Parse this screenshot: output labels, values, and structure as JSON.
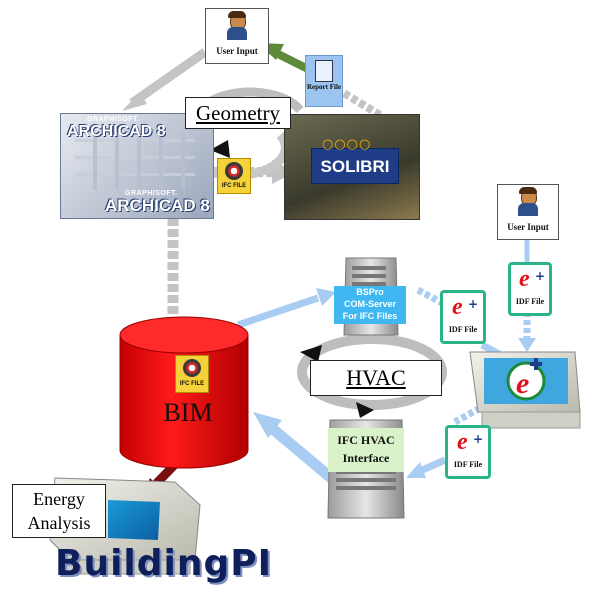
{
  "user_input_top": "User Input",
  "user_input_right": "User Input",
  "report_file": "Report File",
  "geometry": "Geometry",
  "archicad_brand": "GRAPHISOFT.",
  "archicad_name_top": "ARCHICAD 8",
  "archicad_name_bottom": "ARCHICAD 8",
  "ifc_file_top": "IFC FILE",
  "ifc_file_bim": "IFC FILE",
  "solibri": "SOLIBRI",
  "bspro_line1": "BSPro",
  "bspro_line2": "COM-Server",
  "bspro_line3": "For IFC Files",
  "idf_file_1": "IDF File",
  "idf_file_2": "IDF File",
  "idf_file_3": "IDF File",
  "hvac": "HVAC",
  "bim": "BIM",
  "ifc_hvac_line1": "IFC HVAC",
  "ifc_hvac_line2": "Interface",
  "energy_line1": "Energy",
  "energy_line2": "Analysis",
  "buildingpi": "BuildingPI",
  "colors": {
    "bim_red": "#ee0a0a",
    "arrow_blue": "#a9cdf2",
    "arrow_gray": "#c8c8c8",
    "arrow_green": "#5f8a3a",
    "arrow_darkred": "#7a0f0f",
    "idf_border": "#2bb38a"
  }
}
